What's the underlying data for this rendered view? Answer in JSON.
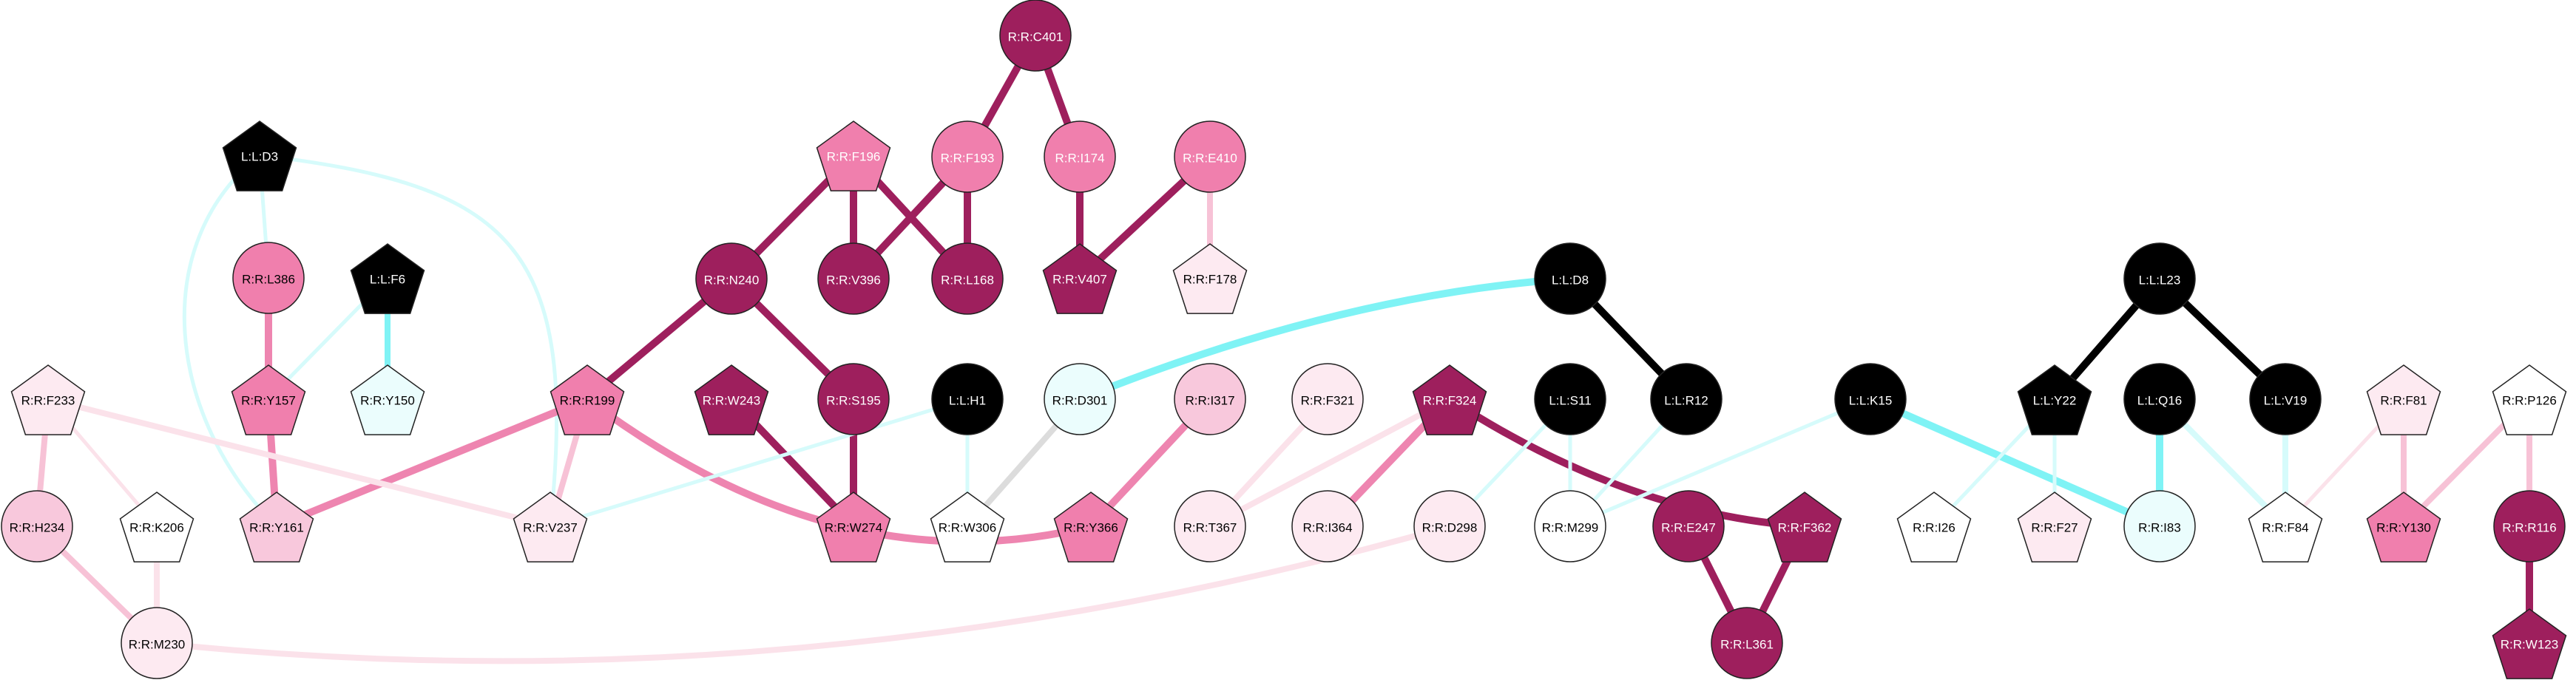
{
  "colors": {
    "dark": "#9e1f5d",
    "pink": "#f07fad",
    "light_pink": "#f8c8dc",
    "pale_pink": "#fdeaf1",
    "cyan_fill": "#ebfdfd",
    "white": "#ffffff",
    "black": "#000000",
    "edge_dark": "#9e1f5d",
    "edge_pink": "#ee85b0",
    "edge_light_pink": "#f7c2d6",
    "edge_pale_pink": "#fbe2ea",
    "edge_cyan": "#7ff3f5",
    "edge_pale_cyan": "#d6fbfb",
    "edge_gray": "#dcdcdc"
  },
  "nodes": [
    {
      "id": "C401",
      "label": "R:R:C401",
      "shape": "circle",
      "fill": "dark",
      "text": "white"
    },
    {
      "id": "F196",
      "label": "R:R:F196",
      "shape": "pentagon",
      "fill": "pink",
      "text": "white"
    },
    {
      "id": "F193",
      "label": "R:R:F193",
      "shape": "circle",
      "fill": "pink",
      "text": "white"
    },
    {
      "id": "I174",
      "label": "R:R:I174",
      "shape": "circle",
      "fill": "pink",
      "text": "white"
    },
    {
      "id": "E410",
      "label": "R:R:E410",
      "shape": "circle",
      "fill": "pink",
      "text": "white"
    },
    {
      "id": "LD3",
      "label": "L:L:D3",
      "shape": "pentagon",
      "fill": "black",
      "text": "white"
    },
    {
      "id": "L386",
      "label": "R:R:L386",
      "shape": "circle",
      "fill": "pink",
      "text": "black"
    },
    {
      "id": "LF6",
      "label": "L:L:F6",
      "shape": "pentagon",
      "fill": "black",
      "text": "white"
    },
    {
      "id": "N240",
      "label": "R:R:N240",
      "shape": "circle",
      "fill": "dark",
      "text": "white"
    },
    {
      "id": "V396",
      "label": "R:R:V396",
      "shape": "circle",
      "fill": "dark",
      "text": "white"
    },
    {
      "id": "L168",
      "label": "R:R:L168",
      "shape": "circle",
      "fill": "dark",
      "text": "white"
    },
    {
      "id": "V407",
      "label": "R:R:V407",
      "shape": "pentagon",
      "fill": "dark",
      "text": "white"
    },
    {
      "id": "F178",
      "label": "R:R:F178",
      "shape": "pentagon",
      "fill": "pale_pink",
      "text": "black"
    },
    {
      "id": "LD8",
      "label": "L:L:D8",
      "shape": "circle",
      "fill": "black",
      "text": "white"
    },
    {
      "id": "LL23",
      "label": "L:L:L23",
      "shape": "circle",
      "fill": "black",
      "text": "white"
    },
    {
      "id": "F233",
      "label": "R:R:F233",
      "shape": "pentagon",
      "fill": "pale_pink",
      "text": "black"
    },
    {
      "id": "Y157",
      "label": "R:R:Y157",
      "shape": "pentagon",
      "fill": "pink",
      "text": "black"
    },
    {
      "id": "Y150",
      "label": "R:R:Y150",
      "shape": "pentagon",
      "fill": "cyan_fill",
      "text": "black"
    },
    {
      "id": "R199",
      "label": "R:R:R199",
      "shape": "pentagon",
      "fill": "pink",
      "text": "black"
    },
    {
      "id": "W243",
      "label": "R:R:W243",
      "shape": "pentagon",
      "fill": "dark",
      "text": "white"
    },
    {
      "id": "S195",
      "label": "R:R:S195",
      "shape": "circle",
      "fill": "dark",
      "text": "white"
    },
    {
      "id": "LH1",
      "label": "L:L:H1",
      "shape": "circle",
      "fill": "black",
      "text": "white"
    },
    {
      "id": "D301",
      "label": "R:R:D301",
      "shape": "circle",
      "fill": "cyan_fill",
      "text": "black"
    },
    {
      "id": "I317",
      "label": "R:R:I317",
      "shape": "circle",
      "fill": "light_pink",
      "text": "black"
    },
    {
      "id": "F321",
      "label": "R:R:F321",
      "shape": "circle",
      "fill": "pale_pink",
      "text": "black"
    },
    {
      "id": "F324",
      "label": "R:R:F324",
      "shape": "pentagon",
      "fill": "dark",
      "text": "white"
    },
    {
      "id": "LS11",
      "label": "L:L:S11",
      "shape": "circle",
      "fill": "black",
      "text": "white"
    },
    {
      "id": "LR12",
      "label": "L:L:R12",
      "shape": "circle",
      "fill": "black",
      "text": "white"
    },
    {
      "id": "LK15",
      "label": "L:L:K15",
      "shape": "circle",
      "fill": "black",
      "text": "white"
    },
    {
      "id": "LY22",
      "label": "L:L:Y22",
      "shape": "pentagon",
      "fill": "black",
      "text": "white"
    },
    {
      "id": "LQ16",
      "label": "L:L:Q16",
      "shape": "circle",
      "fill": "black",
      "text": "white"
    },
    {
      "id": "LV19",
      "label": "L:L:V19",
      "shape": "circle",
      "fill": "black",
      "text": "white"
    },
    {
      "id": "F81",
      "label": "R:R:F81",
      "shape": "pentagon",
      "fill": "pale_pink",
      "text": "black"
    },
    {
      "id": "P126",
      "label": "R:R:P126",
      "shape": "pentagon",
      "fill": "white",
      "text": "black"
    },
    {
      "id": "H234",
      "label": "R:R:H234",
      "shape": "circle",
      "fill": "light_pink",
      "text": "black"
    },
    {
      "id": "K206",
      "label": "R:R:K206",
      "shape": "pentagon",
      "fill": "white",
      "text": "black"
    },
    {
      "id": "Y161",
      "label": "R:R:Y161",
      "shape": "pentagon",
      "fill": "light_pink",
      "text": "black"
    },
    {
      "id": "V237",
      "label": "R:R:V237",
      "shape": "pentagon",
      "fill": "pale_pink",
      "text": "black"
    },
    {
      "id": "W274",
      "label": "R:R:W274",
      "shape": "pentagon",
      "fill": "pink",
      "text": "black"
    },
    {
      "id": "W306",
      "label": "R:R:W306",
      "shape": "pentagon",
      "fill": "white",
      "text": "black"
    },
    {
      "id": "Y366",
      "label": "R:R:Y366",
      "shape": "pentagon",
      "fill": "pink",
      "text": "black"
    },
    {
      "id": "T367",
      "label": "R:R:T367",
      "shape": "circle",
      "fill": "pale_pink",
      "text": "black"
    },
    {
      "id": "I364",
      "label": "R:R:I364",
      "shape": "circle",
      "fill": "pale_pink",
      "text": "black"
    },
    {
      "id": "D298",
      "label": "R:R:D298",
      "shape": "circle",
      "fill": "pale_pink",
      "text": "black"
    },
    {
      "id": "M299",
      "label": "R:R:M299",
      "shape": "circle",
      "fill": "white",
      "text": "black"
    },
    {
      "id": "E247",
      "label": "R:R:E247",
      "shape": "circle",
      "fill": "dark",
      "text": "white"
    },
    {
      "id": "F362",
      "label": "R:R:F362",
      "shape": "pentagon",
      "fill": "dark",
      "text": "white"
    },
    {
      "id": "I26",
      "label": "R:R:I26",
      "shape": "pentagon",
      "fill": "white",
      "text": "black"
    },
    {
      "id": "F27",
      "label": "R:R:F27",
      "shape": "pentagon",
      "fill": "pale_pink",
      "text": "black"
    },
    {
      "id": "I83",
      "label": "R:R:I83",
      "shape": "circle",
      "fill": "cyan_fill",
      "text": "black"
    },
    {
      "id": "F84",
      "label": "R:R:F84",
      "shape": "pentagon",
      "fill": "white",
      "text": "black"
    },
    {
      "id": "Y130",
      "label": "R:R:Y130",
      "shape": "pentagon",
      "fill": "pink",
      "text": "black"
    },
    {
      "id": "R116",
      "label": "R:R:R116",
      "shape": "circle",
      "fill": "dark",
      "text": "white"
    },
    {
      "id": "M230",
      "label": "R:R:M230",
      "shape": "circle",
      "fill": "pale_pink",
      "text": "black"
    },
    {
      "id": "L361",
      "label": "R:R:L361",
      "shape": "circle",
      "fill": "dark",
      "text": "white"
    },
    {
      "id": "W123",
      "label": "R:R:W123",
      "shape": "pentagon",
      "fill": "dark",
      "text": "white"
    }
  ],
  "edges": [
    {
      "from": "C401",
      "to": "F193",
      "color": "edge_dark",
      "weight": "bold"
    },
    {
      "from": "C401",
      "to": "I174",
      "color": "edge_dark",
      "weight": "bold"
    },
    {
      "from": "F196",
      "to": "V396",
      "color": "edge_dark",
      "weight": "bold"
    },
    {
      "from": "F196",
      "to": "L168",
      "color": "edge_dark",
      "weight": "bold"
    },
    {
      "from": "F196",
      "to": "N240",
      "color": "edge_dark",
      "weight": "bold"
    },
    {
      "from": "F193",
      "to": "V396",
      "color": "edge_dark",
      "weight": "bold"
    },
    {
      "from": "F193",
      "to": "L168",
      "color": "edge_dark",
      "weight": "bold"
    },
    {
      "from": "I174",
      "to": "V407",
      "color": "edge_dark",
      "weight": "bold"
    },
    {
      "from": "E410",
      "to": "V407",
      "color": "edge_dark",
      "weight": "bold"
    },
    {
      "from": "E410",
      "to": "F178",
      "color": "edge_light_pink",
      "weight": "medium"
    },
    {
      "from": "N240",
      "to": "R199",
      "color": "edge_dark",
      "weight": "bold"
    },
    {
      "from": "N240",
      "to": "S195",
      "color": "edge_dark",
      "weight": "bold"
    },
    {
      "from": "LD3",
      "to": "L386",
      "color": "edge_pale_cyan",
      "weight": "thin"
    },
    {
      "from": "LD3",
      "to": "Y161",
      "color": "edge_pale_cyan",
      "weight": "thin",
      "curve": "left"
    },
    {
      "from": "LD3",
      "to": "V237",
      "color": "edge_pale_cyan",
      "weight": "thin",
      "curve": "right"
    },
    {
      "from": "L386",
      "to": "Y157",
      "color": "edge_pink",
      "weight": "bold"
    },
    {
      "from": "LF6",
      "to": "Y150",
      "color": "edge_cyan",
      "weight": "medium"
    },
    {
      "from": "LF6",
      "to": "Y157",
      "color": "edge_pale_cyan",
      "weight": "thin"
    },
    {
      "from": "Y157",
      "to": "Y161",
      "color": "edge_pink",
      "weight": "bold"
    },
    {
      "from": "R199",
      "to": "Y161",
      "color": "edge_pink",
      "weight": "bold"
    },
    {
      "from": "R199",
      "to": "V237",
      "color": "edge_light_pink",
      "weight": "medium"
    },
    {
      "from": "R199",
      "to": "Y366",
      "color": "edge_pink",
      "weight": "bold",
      "curve": "down"
    },
    {
      "from": "W243",
      "to": "W274",
      "color": "edge_dark",
      "weight": "bold"
    },
    {
      "from": "S195",
      "to": "W274",
      "color": "edge_dark",
      "weight": "bold"
    },
    {
      "from": "LH1",
      "to": "W306",
      "color": "edge_pale_cyan",
      "weight": "thin"
    },
    {
      "from": "LH1",
      "to": "V237",
      "color": "edge_pale_cyan",
      "weight": "thin"
    },
    {
      "from": "D301",
      "to": "W306",
      "color": "edge_gray",
      "weight": "medium"
    },
    {
      "from": "I317",
      "to": "Y366",
      "color": "edge_pink",
      "weight": "bold"
    },
    {
      "from": "F321",
      "to": "T367",
      "color": "edge_pale_pink",
      "weight": "medium"
    },
    {
      "from": "T367",
      "to": "F324",
      "color": "edge_pale_pink",
      "weight": "medium"
    },
    {
      "from": "F324",
      "to": "I364",
      "color": "edge_pink",
      "weight": "bold"
    },
    {
      "from": "F324",
      "to": "F362",
      "color": "edge_dark",
      "weight": "bold",
      "curve": "arc"
    },
    {
      "from": "LD8",
      "to": "D301",
      "color": "edge_cyan",
      "weight": "bold",
      "curve": "up"
    },
    {
      "from": "LD8",
      "to": "LR12",
      "color": "black",
      "weight": "bold"
    },
    {
      "from": "LS11",
      "to": "M299",
      "color": "edge_pale_cyan",
      "weight": "thin"
    },
    {
      "from": "LR12",
      "to": "M299",
      "color": "edge_pale_cyan",
      "weight": "thin"
    },
    {
      "from": "LK15",
      "to": "I83",
      "color": "edge_cyan",
      "weight": "bold"
    },
    {
      "from": "LK15",
      "to": "M299",
      "color": "edge_pale_cyan",
      "weight": "thin"
    },
    {
      "from": "D298",
      "to": "LS11",
      "color": "edge_pale_cyan",
      "weight": "thin"
    },
    {
      "from": "D298",
      "to": "M230",
      "color": "edge_pale_pink",
      "weight": "medium",
      "curve": "down"
    },
    {
      "from": "E247",
      "to": "L361",
      "color": "edge_dark",
      "weight": "bold"
    },
    {
      "from": "F362",
      "to": "L361",
      "color": "edge_dark",
      "weight": "bold"
    },
    {
      "from": "LL23",
      "to": "LY22",
      "color": "black",
      "weight": "bold"
    },
    {
      "from": "LL23",
      "to": "LV19",
      "color": "black",
      "weight": "bold"
    },
    {
      "from": "LY22",
      "to": "I26",
      "color": "edge_pale_cyan",
      "weight": "thin"
    },
    {
      "from": "LY22",
      "to": "F27",
      "color": "edge_pale_cyan",
      "weight": "thin"
    },
    {
      "from": "LQ16",
      "to": "I83",
      "color": "edge_cyan",
      "weight": "bold"
    },
    {
      "from": "LQ16",
      "to": "F84",
      "color": "edge_pale_cyan",
      "weight": "medium"
    },
    {
      "from": "LV19",
      "to": "F84",
      "color": "edge_pale_cyan",
      "weight": "medium"
    },
    {
      "from": "F81",
      "to": "Y130",
      "color": "edge_light_pink",
      "weight": "medium"
    },
    {
      "from": "F81",
      "to": "F84",
      "color": "edge_pale_pink",
      "weight": "thin"
    },
    {
      "from": "P126",
      "to": "Y130",
      "color": "edge_light_pink",
      "weight": "medium"
    },
    {
      "from": "P126",
      "to": "R116",
      "color": "edge_light_pink",
      "weight": "medium"
    },
    {
      "from": "R116",
      "to": "W123",
      "color": "edge_dark",
      "weight": "bold"
    },
    {
      "from": "F233",
      "to": "H234",
      "color": "edge_light_pink",
      "weight": "medium"
    },
    {
      "from": "F233",
      "to": "K206",
      "color": "edge_pale_pink",
      "weight": "thin"
    },
    {
      "from": "F233",
      "to": "V237",
      "color": "edge_pale_pink",
      "weight": "medium"
    },
    {
      "from": "H234",
      "to": "M230",
      "color": "edge_light_pink",
      "weight": "medium"
    },
    {
      "from": "K206",
      "to": "M230",
      "color": "edge_pale_pink",
      "weight": "medium"
    }
  ]
}
